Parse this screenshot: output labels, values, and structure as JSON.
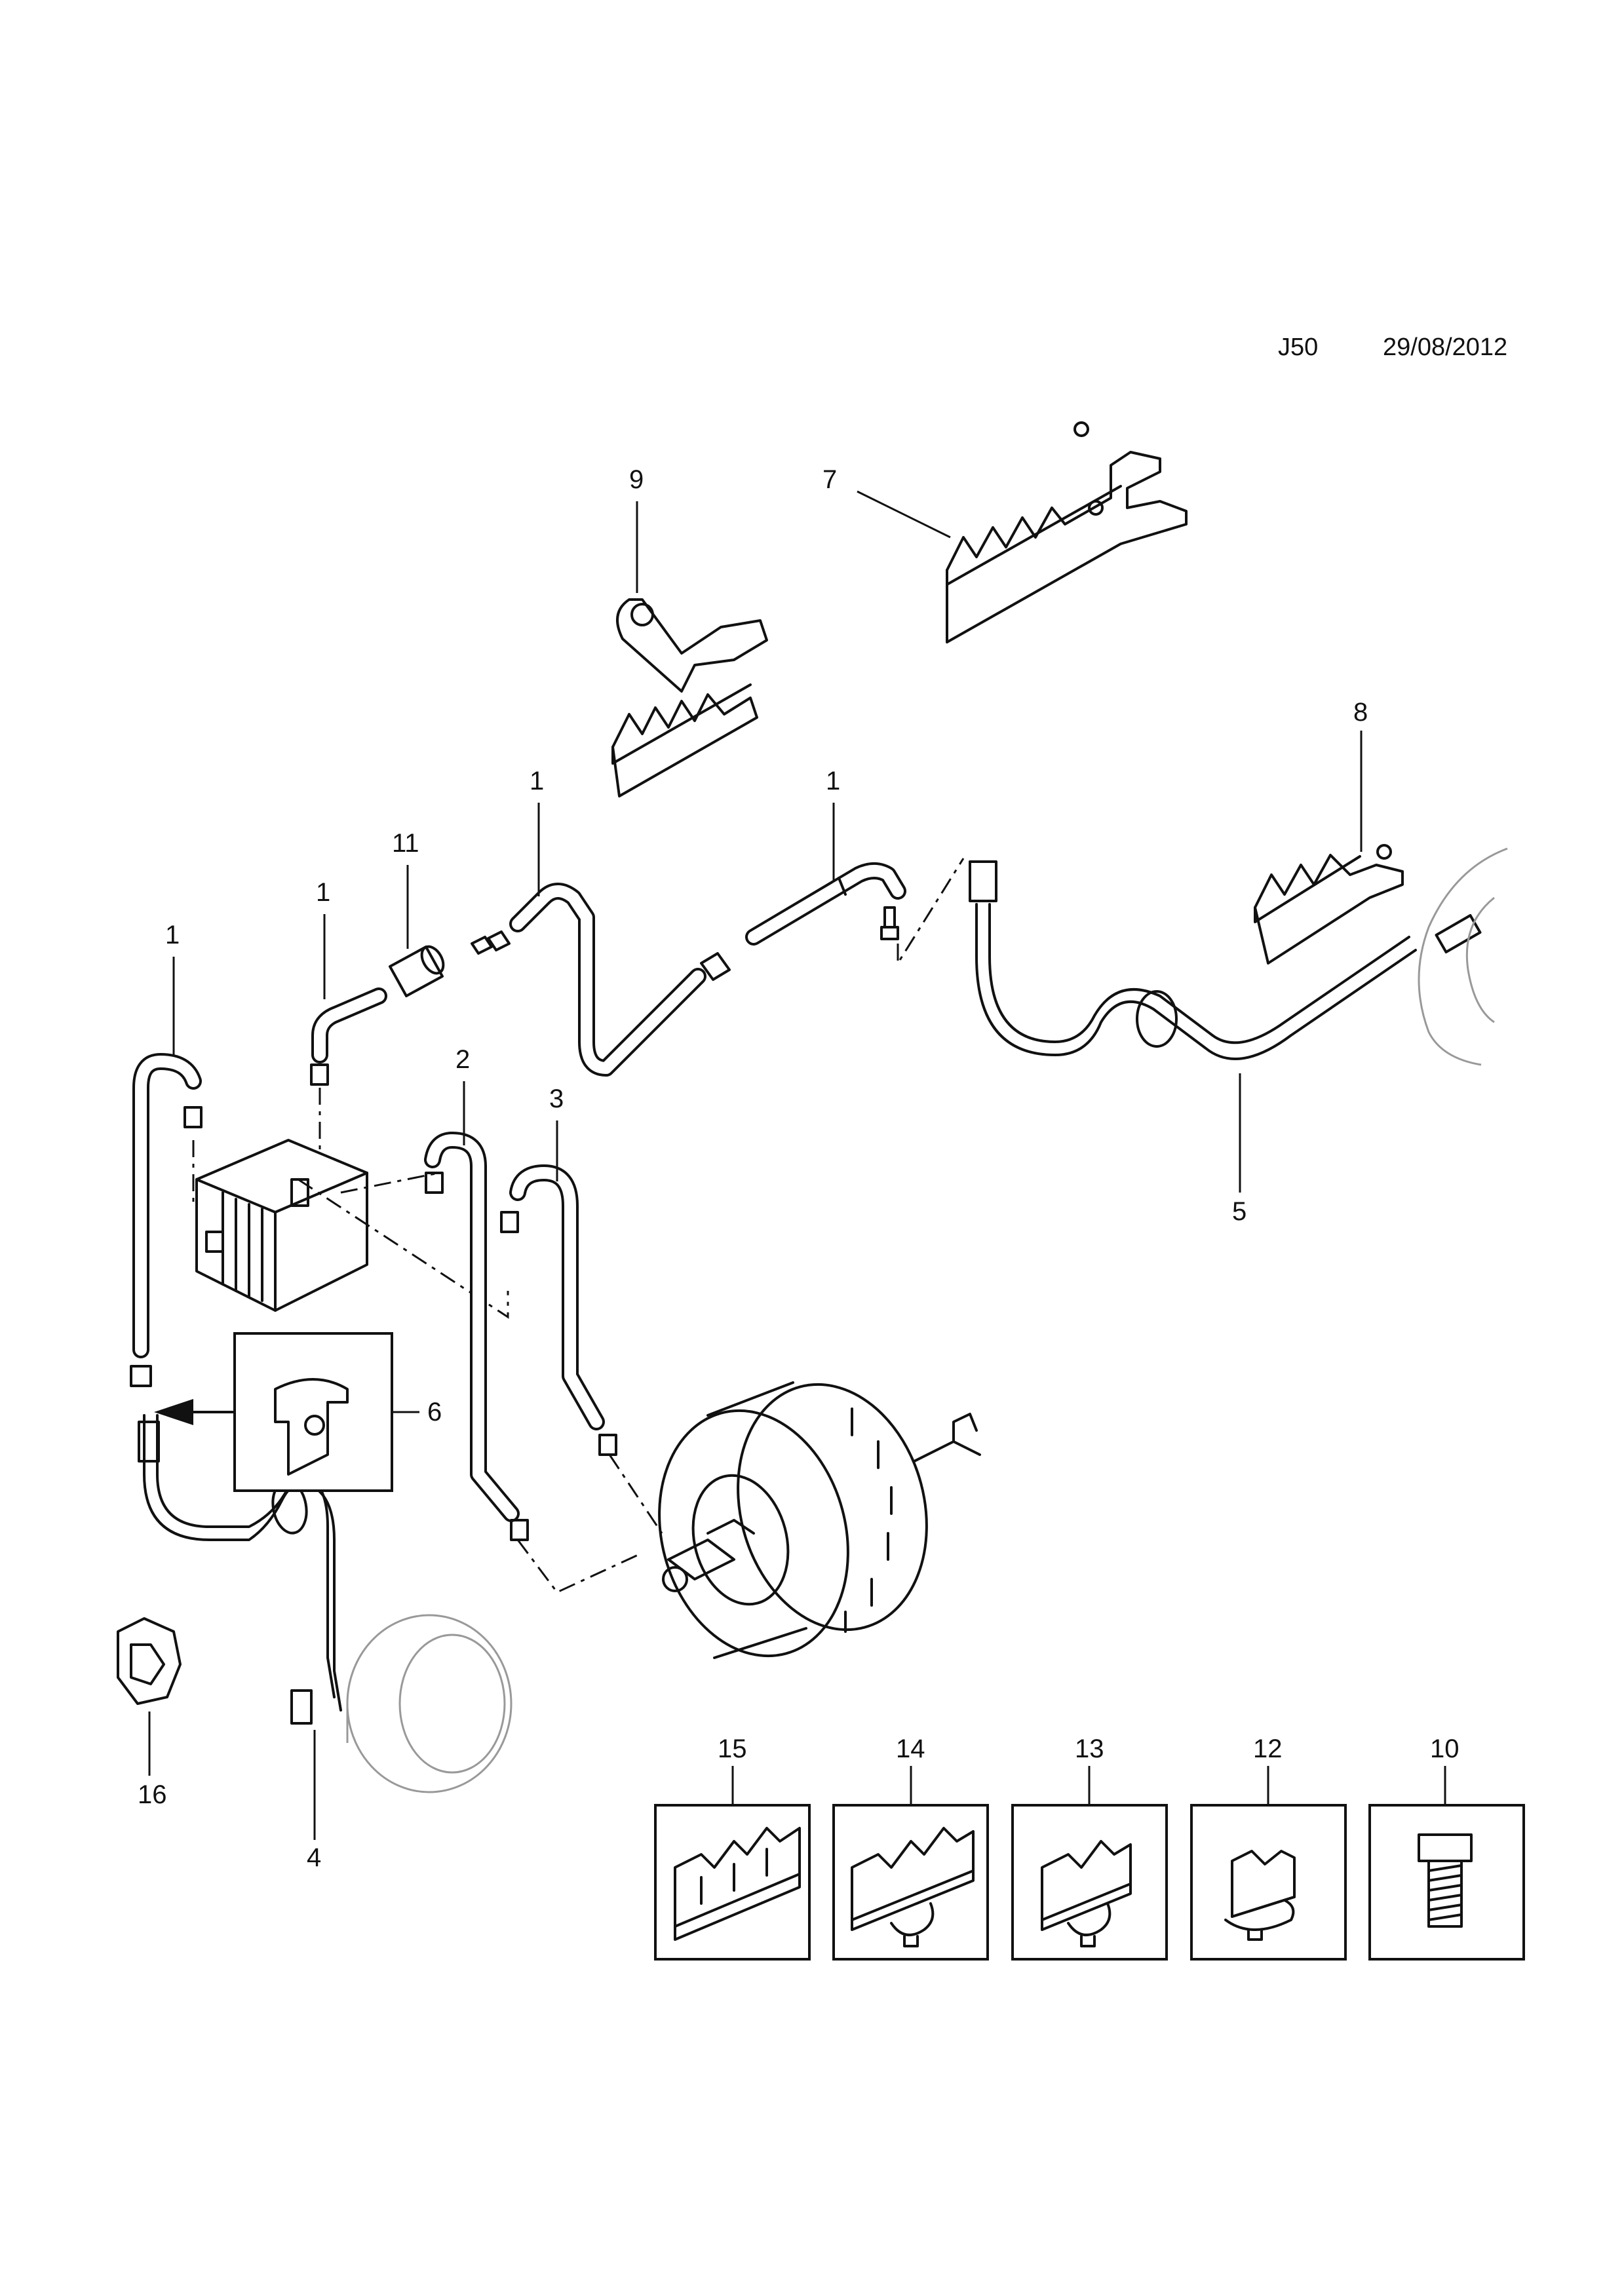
{
  "header": {
    "code": "J50",
    "date": "29/08/2012"
  },
  "callouts": {
    "c1a": "1",
    "c1b": "1",
    "c1c": "1",
    "c1d": "1",
    "c2": "2",
    "c3": "3",
    "c4": "4",
    "c5": "5",
    "c6": "6",
    "c7": "7",
    "c8": "8",
    "c9": "9",
    "c11": "11",
    "c16": "16"
  },
  "detail_boxes": [
    {
      "label": "15"
    },
    {
      "label": "14"
    },
    {
      "label": "13"
    },
    {
      "label": "12"
    },
    {
      "label": "10"
    }
  ]
}
